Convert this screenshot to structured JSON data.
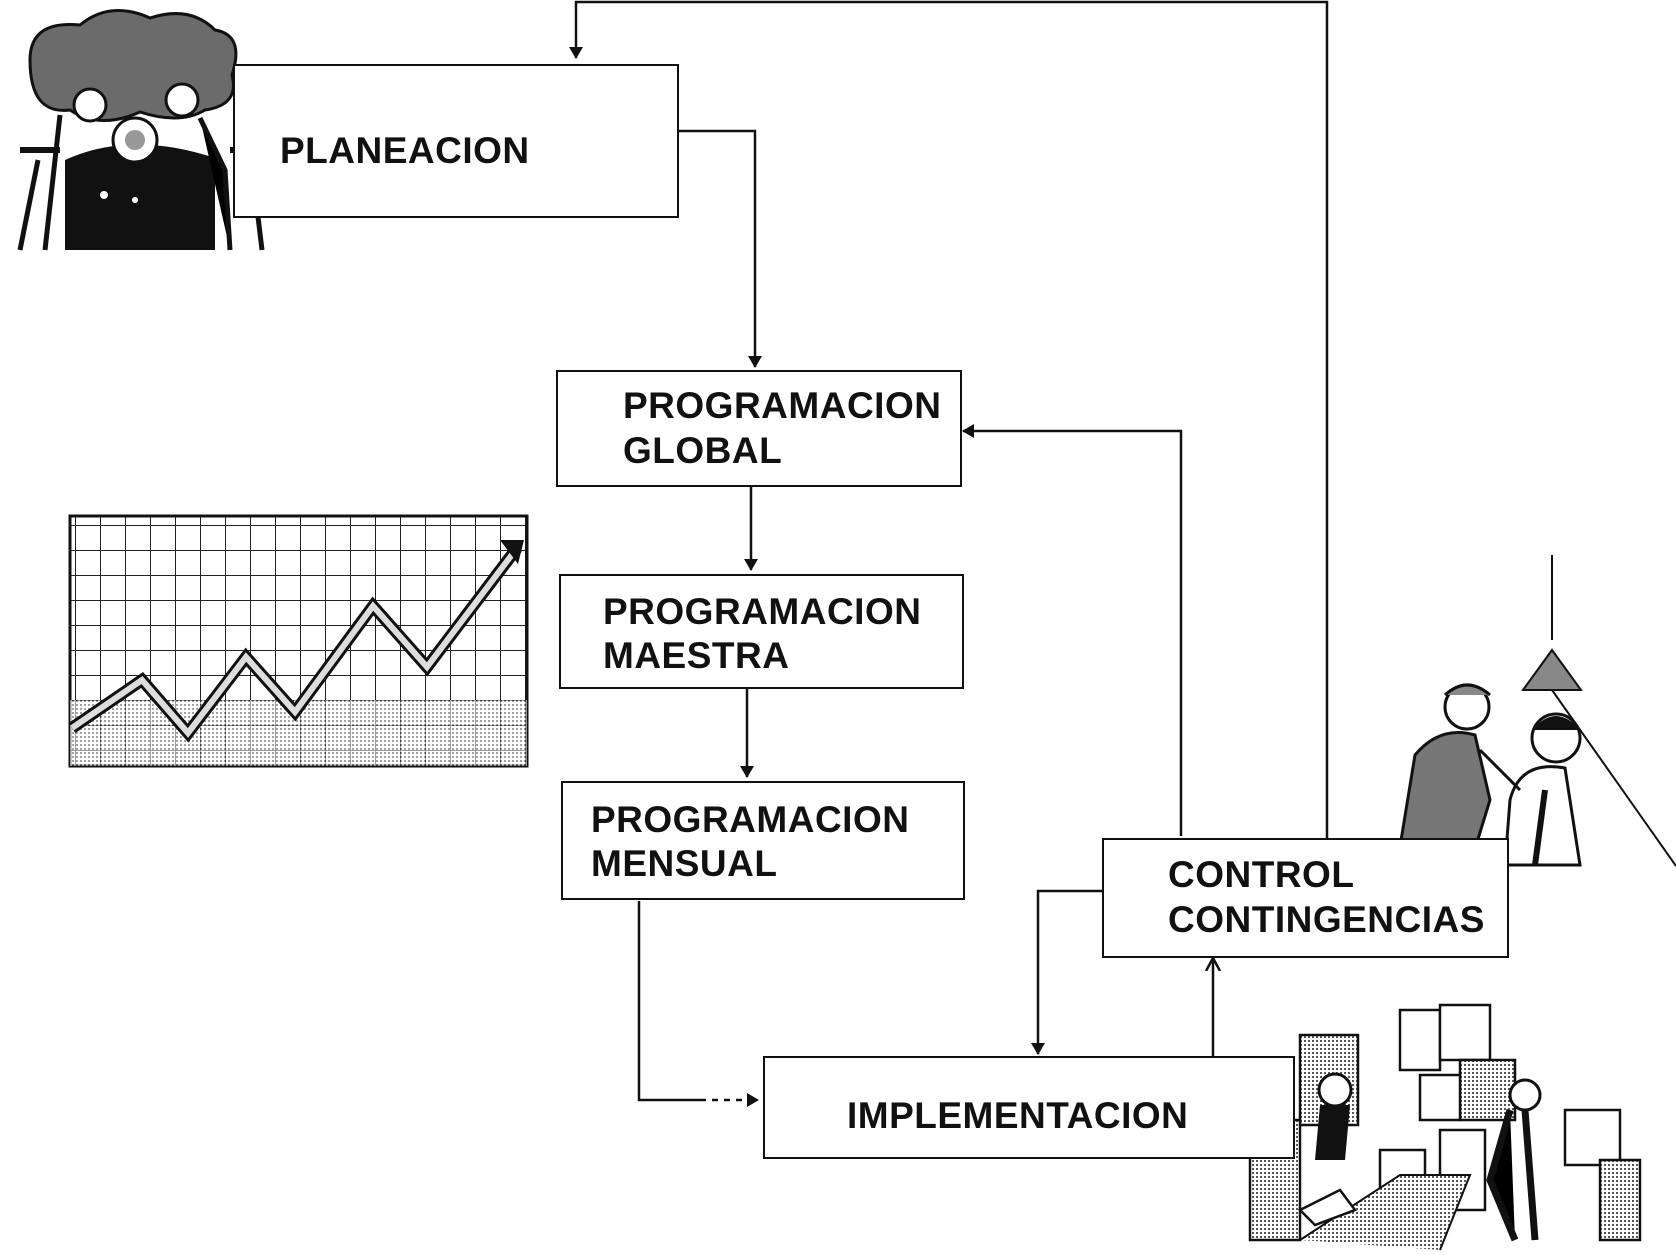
{
  "boxes": {
    "planeacion": {
      "line1": "PLANEACION"
    },
    "global": {
      "line1": "PROGRAMACION",
      "line2": "GLOBAL"
    },
    "maestra": {
      "line1": "PROGRAMACION",
      "line2": "MAESTRA"
    },
    "mensual": {
      "line1": "PROGRAMACION",
      "line2": "MENSUAL"
    },
    "control": {
      "line1": "CONTROL",
      "line2": "CONTINGENCIAS"
    },
    "implementacion": {
      "line1": "IMPLEMENTACION"
    }
  },
  "illustrations": [
    "meeting-clipart",
    "rising-trend-chart-clipart",
    "interrogation-clipart",
    "warehouse-boxes-clipart"
  ],
  "colors": {
    "line": "#111111",
    "background": "#ffffff"
  }
}
